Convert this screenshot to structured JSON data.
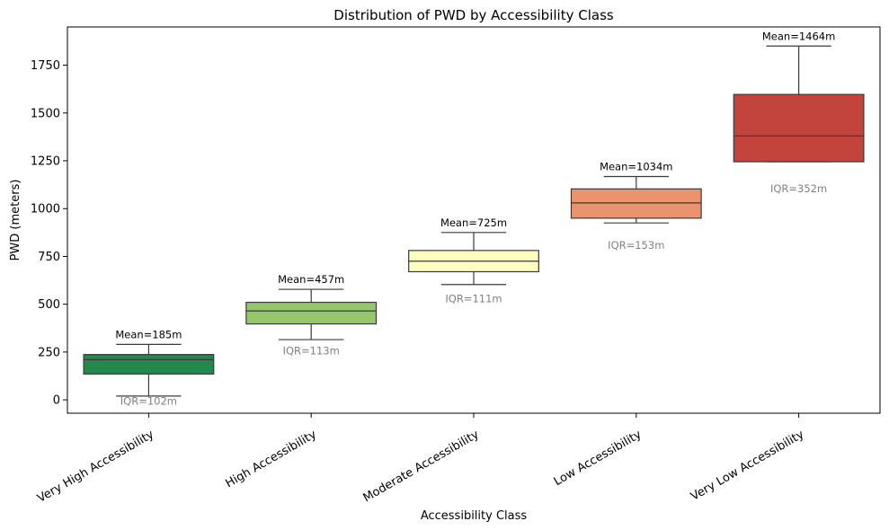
{
  "chart_data": {
    "type": "box",
    "title": "Distribution of PWD by Accessibility Class",
    "xlabel": "Accessibility Class",
    "ylabel": "PWD (meters)",
    "ylim": [
      -70,
      1950
    ],
    "yticks": [
      0,
      250,
      500,
      750,
      1000,
      1250,
      1500,
      1750
    ],
    "grid": false,
    "categories": [
      "Very High Accessibility",
      "High Accessibility",
      "Moderate Accessibility",
      "Low Accessibility",
      "Very Low Accessibility"
    ],
    "boxes": [
      {
        "category": "Very High Accessibility",
        "whisker_low": 20,
        "q1": 135,
        "median": 210,
        "q3": 237,
        "whisker_high": 290,
        "mean_label": "Mean=185m",
        "iqr_label": "IQR=102m",
        "color": "#23884b"
      },
      {
        "category": "High Accessibility",
        "whisker_low": 315,
        "q1": 397,
        "median": 465,
        "q3": 510,
        "whisker_high": 578,
        "mean_label": "Mean=457m",
        "iqr_label": "IQR=113m",
        "color": "#94c86a"
      },
      {
        "category": "Moderate Accessibility",
        "whisker_low": 603,
        "q1": 670,
        "median": 725,
        "q3": 781,
        "whisker_high": 875,
        "mean_label": "Mean=725m",
        "iqr_label": "IQR=111m",
        "color": "#fefdc0"
      },
      {
        "category": "Low Accessibility",
        "whisker_low": 925,
        "q1": 950,
        "median": 1030,
        "q3": 1103,
        "whisker_high": 1168,
        "mean_label": "Mean=1034m",
        "iqr_label": "IQR=153m",
        "color": "#eb936c"
      },
      {
        "category": "Very Low Accessibility",
        "whisker_low": 1245,
        "q1": 1245,
        "median": 1380,
        "q3": 1597,
        "whisker_high": 1850,
        "mean_label": "Mean=1464m",
        "iqr_label": "IQR=352m",
        "color": "#c3443d"
      }
    ]
  }
}
